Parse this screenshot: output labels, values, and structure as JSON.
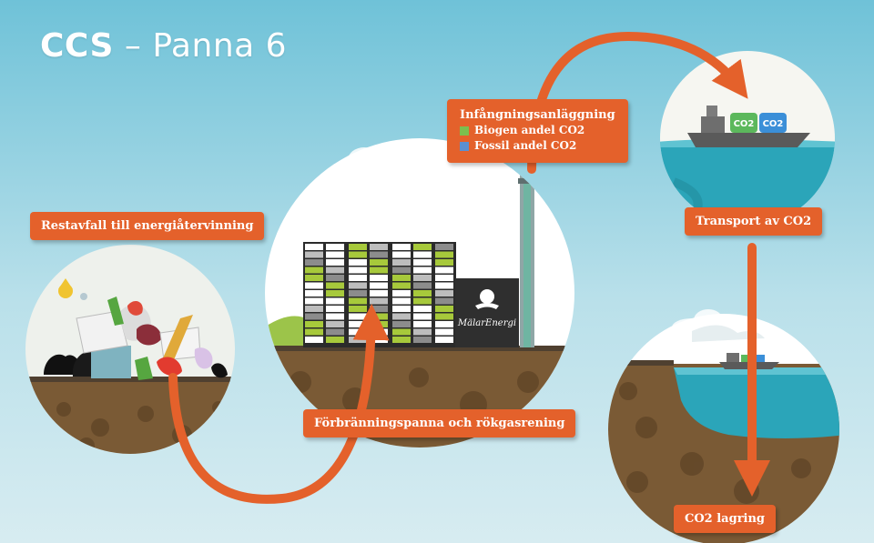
{
  "title": {
    "bold": "CCS",
    "dash": "–",
    "rest": "Panna 6"
  },
  "labels": {
    "waste": "Restavfall till energiåtervinning",
    "boiler": "Förbränningspanna och rökgasrening",
    "capture_title": "Infångningsanläggning",
    "biogenic": "Biogen andel CO2",
    "fossil": "Fossil andel CO2",
    "transport": "Transport av CO2",
    "storage": "CO2 lagring"
  },
  "building": {
    "logo_text": "MälarEnergi"
  },
  "ship": {
    "container_1": "CO2",
    "container_2": "CO2"
  },
  "colors": {
    "arrow": "#e4612b",
    "label_bg": "#e4612b",
    "biogenic": "#7cbf4e",
    "fossil": "#5b8fd0",
    "sea": "#2ba5b9",
    "soil": "#7a5a35"
  }
}
